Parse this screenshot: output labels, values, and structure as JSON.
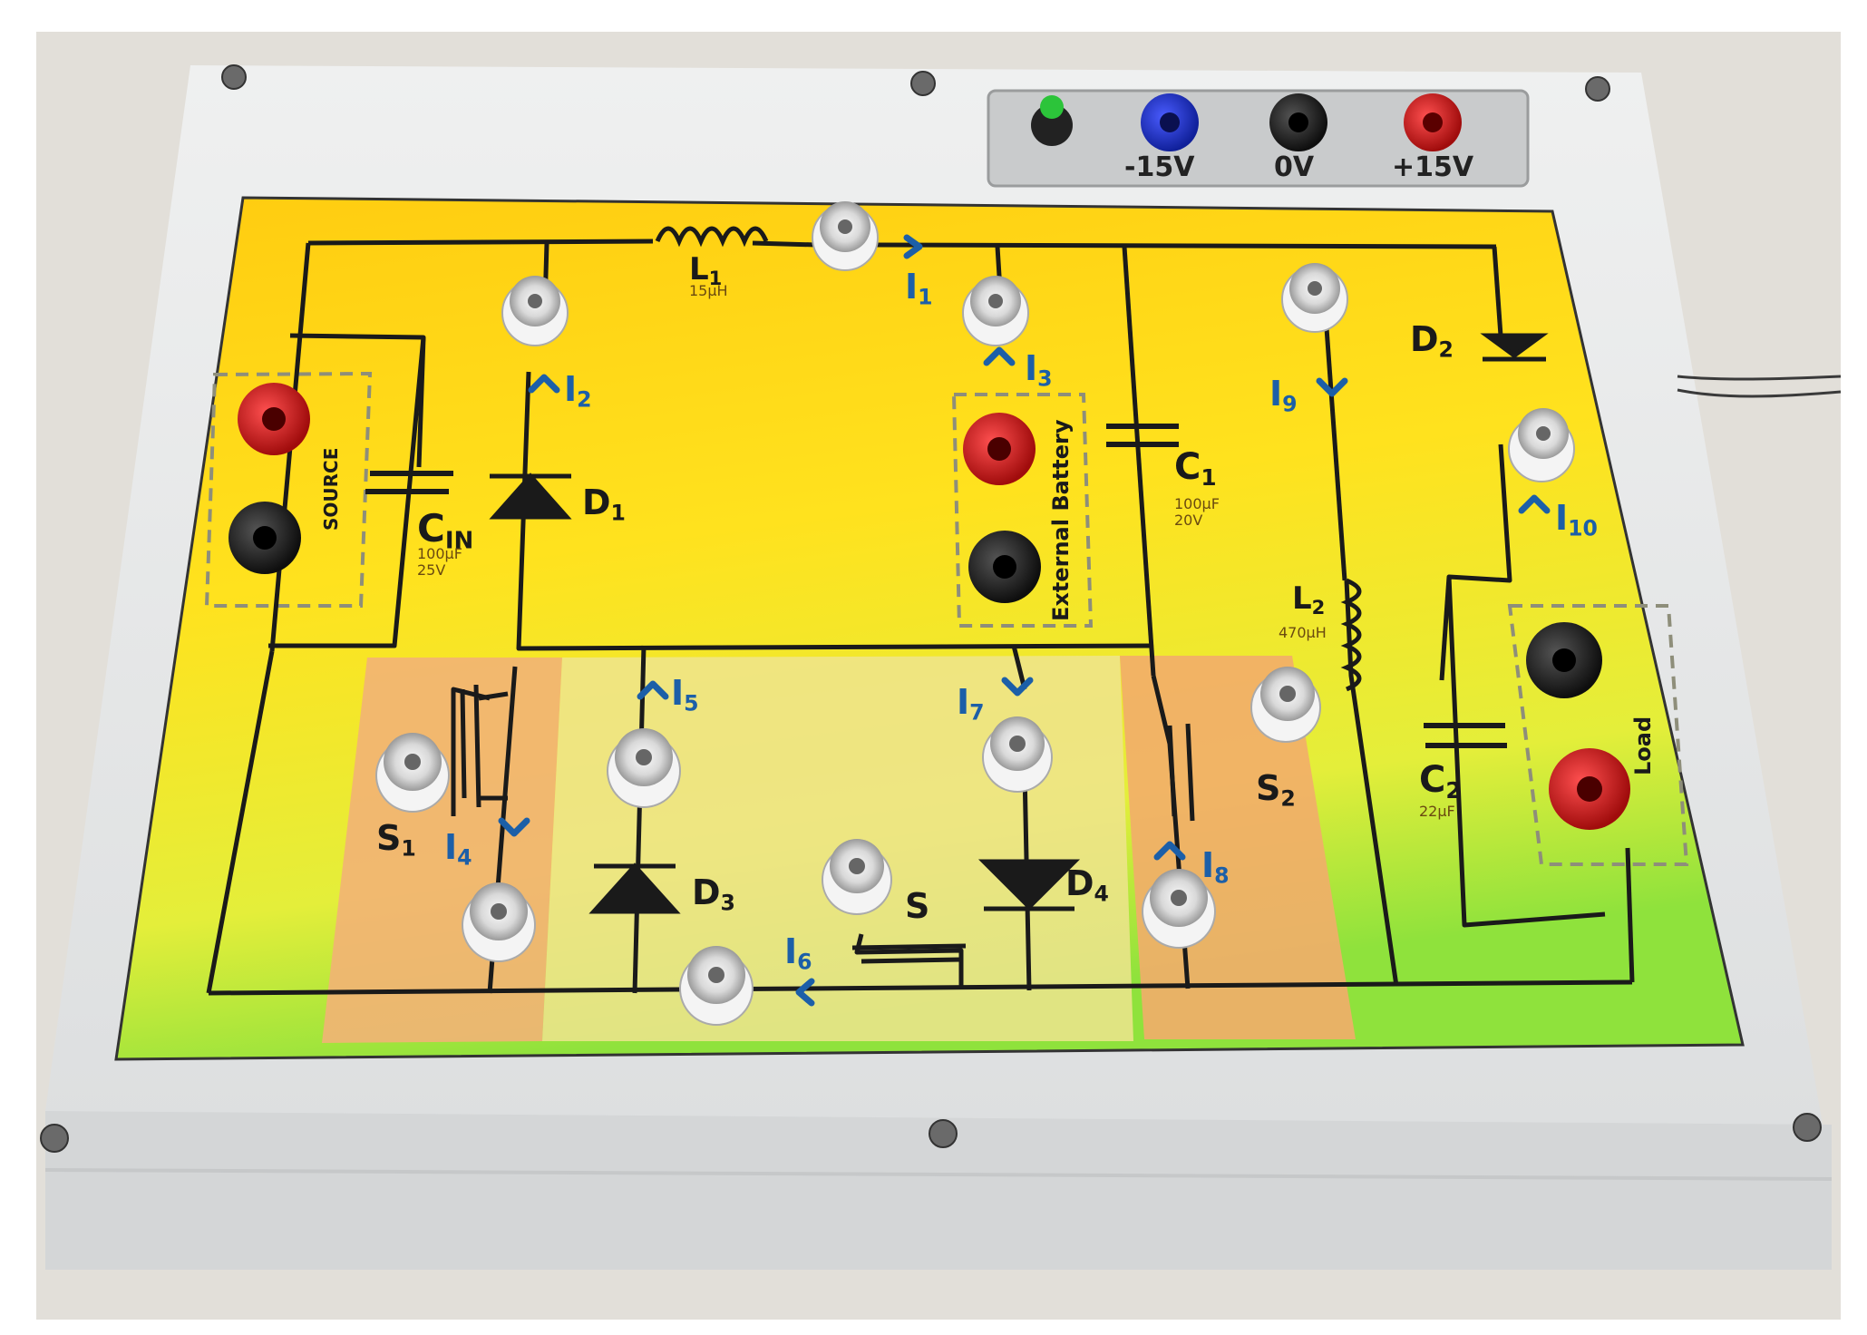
{
  "photo": {
    "power_panel": {
      "minus15": "-15V",
      "zero": "0V",
      "plus15": "+15V"
    },
    "labels": {
      "source": "SOURCE",
      "external_battery": "External Battery",
      "load": "Load",
      "L1": "L",
      "L1_sub": "1",
      "L1_val": "15µH",
      "L2": "L",
      "L2_sub": "2",
      "L2_val": "470µH",
      "C1": "C",
      "C1_sub": "1",
      "C1_val1": "100µF",
      "C1_val2": "20V",
      "C2": "C",
      "C2_sub": "2",
      "C2_val": "22µF",
      "CIN": "C",
      "CIN_sub": "IN",
      "CIN_val1": "100µF",
      "CIN_val2": "25V",
      "D1": "D",
      "D1_sub": "1",
      "D2": "D",
      "D2_sub": "2",
      "D3": "D",
      "D3_sub": "3",
      "D4": "D",
      "D4_sub": "4",
      "S": "S",
      "S1": "S",
      "S1_sub": "1",
      "S2": "S",
      "S2_sub": "2",
      "I1": "I",
      "I1_sub": "1",
      "I2": "I",
      "I2_sub": "2",
      "I3": "I",
      "I3_sub": "3",
      "I4": "I",
      "I4_sub": "4",
      "I5": "I",
      "I5_sub": "5",
      "I6": "I",
      "I6_sub": "6",
      "I7": "I",
      "I7_sub": "7",
      "I8": "I",
      "I8_sub": "8",
      "I9": "I",
      "I9_sub": "9",
      "I10": "I",
      "I10_sub": "10"
    },
    "colors": {
      "enclosure": "#e6e8e9",
      "panel_yellow": "#ffd21a",
      "panel_green": "#9fe03a",
      "orange_zone": "#f2b276",
      "trace": "#1a1a1a",
      "current_arrow": "#1c5fa8",
      "jack_red": "#c41414",
      "jack_black": "#1a1a1a",
      "jack_blue": "#1a2bd0",
      "button_green": "#2cc43a"
    }
  }
}
